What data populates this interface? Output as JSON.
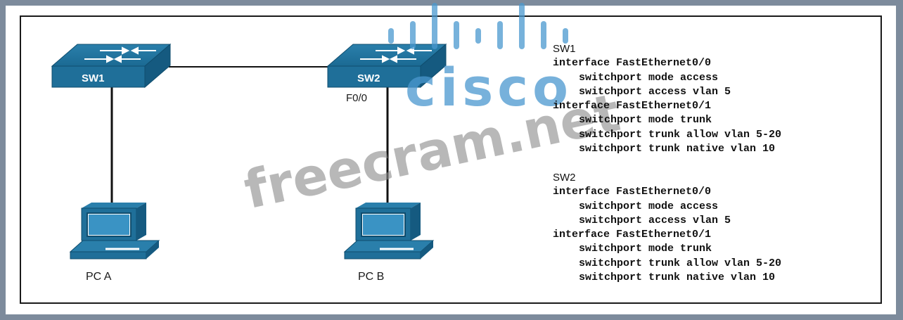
{
  "devices": {
    "sw1": {
      "label": "SW1"
    },
    "sw2": {
      "label": "SW2",
      "port_label": "F0/0"
    },
    "pc_a": {
      "label": "PC A"
    },
    "pc_b": {
      "label": "PC B"
    }
  },
  "configs": [
    {
      "device": "SW1",
      "lines": [
        {
          "text": "interface FastEthernet0/0",
          "indent": false
        },
        {
          "text": "switchport mode access",
          "indent": true
        },
        {
          "text": "switchport access vlan 5",
          "indent": true
        },
        {
          "text": "interface FastEthernet0/1",
          "indent": false
        },
        {
          "text": "switchport mode trunk",
          "indent": true
        },
        {
          "text": "switchport trunk allow vlan 5-20",
          "indent": true
        },
        {
          "text": "switchport trunk native vlan 10",
          "indent": true
        }
      ]
    },
    {
      "device": "SW2",
      "lines": [
        {
          "text": "interface FastEthernet0/0",
          "indent": false
        },
        {
          "text": "switchport mode access",
          "indent": true
        },
        {
          "text": "switchport access vlan 5",
          "indent": true
        },
        {
          "text": "interface FastEthernet0/1",
          "indent": false
        },
        {
          "text": "switchport mode trunk",
          "indent": true
        },
        {
          "text": "switchport trunk allow vlan 5-20",
          "indent": true
        },
        {
          "text": "switchport trunk native vlan 10",
          "indent": true
        }
      ]
    }
  ],
  "watermarks": {
    "logo": "cisco",
    "site": "freecram.net"
  },
  "colors": {
    "device_blue": "#1f6f99",
    "watermark_blue": "#4a98cf",
    "watermark_gray": "#8a8a8a"
  }
}
